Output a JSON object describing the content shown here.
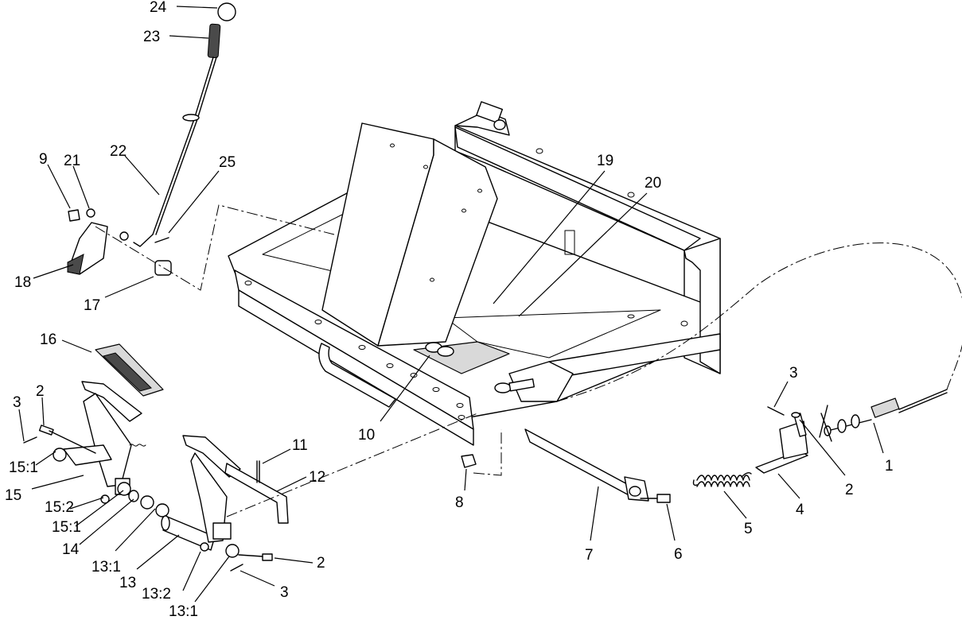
{
  "callouts": [
    {
      "id": "c24",
      "label": "24"
    },
    {
      "id": "c23",
      "label": "23"
    },
    {
      "id": "c22",
      "label": "22"
    },
    {
      "id": "c25",
      "label": "25"
    },
    {
      "id": "c9",
      "label": "9"
    },
    {
      "id": "c21",
      "label": "21"
    },
    {
      "id": "c18",
      "label": "18"
    },
    {
      "id": "c17",
      "label": "17"
    },
    {
      "id": "c19",
      "label": "19"
    },
    {
      "id": "c20",
      "label": "20"
    },
    {
      "id": "c16",
      "label": "16"
    },
    {
      "id": "c10",
      "label": "10"
    },
    {
      "id": "c3a",
      "label": "3"
    },
    {
      "id": "c2a",
      "label": "2"
    },
    {
      "id": "c15_1a",
      "label": "15:1"
    },
    {
      "id": "c15",
      "label": "15"
    },
    {
      "id": "c15_2",
      "label": "15:2"
    },
    {
      "id": "c15_1b",
      "label": "15:1"
    },
    {
      "id": "c14",
      "label": "14"
    },
    {
      "id": "c13_1a",
      "label": "13:1"
    },
    {
      "id": "c13",
      "label": "13"
    },
    {
      "id": "c13_2",
      "label": "13:2"
    },
    {
      "id": "c13_1b",
      "label": "13:1"
    },
    {
      "id": "c11",
      "label": "11"
    },
    {
      "id": "c12",
      "label": "12"
    },
    {
      "id": "c2b",
      "label": "2"
    },
    {
      "id": "c3b",
      "label": "3"
    },
    {
      "id": "c8",
      "label": "8"
    },
    {
      "id": "c7",
      "label": "7"
    },
    {
      "id": "c6",
      "label": "6"
    },
    {
      "id": "c5",
      "label": "5"
    },
    {
      "id": "c4",
      "label": "4"
    },
    {
      "id": "c3c",
      "label": "3"
    },
    {
      "id": "c2c",
      "label": "2"
    },
    {
      "id": "c1",
      "label": "1"
    }
  ]
}
